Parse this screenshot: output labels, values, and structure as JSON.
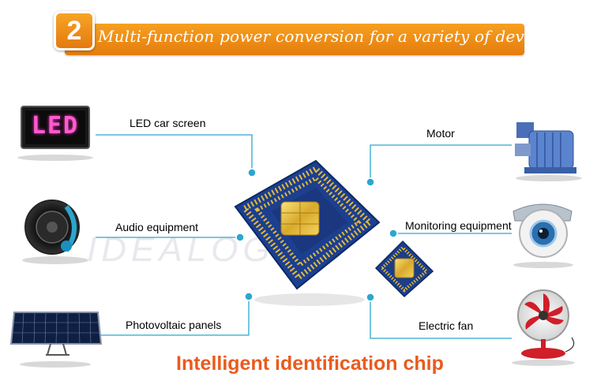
{
  "header": {
    "number": "2",
    "title": "Multi-function power conversion for a variety of devices"
  },
  "watermark": "IDEALOGIND",
  "devices": {
    "led_screen": {
      "label": "LED car screen",
      "display_text": "LED"
    },
    "audio": {
      "label": "Audio equipment"
    },
    "solar": {
      "label": "Photovoltaic panels"
    },
    "motor": {
      "label": "Motor"
    },
    "camera": {
      "label": "Monitoring equipment"
    },
    "fan": {
      "label": "Electric fan"
    }
  },
  "footer": {
    "title": "Intelligent identification chip"
  },
  "colors": {
    "accent": "#f39a1c",
    "connector": "#2aa7cf",
    "title": "#ea5a1e",
    "chip": "#1c3f8f"
  }
}
